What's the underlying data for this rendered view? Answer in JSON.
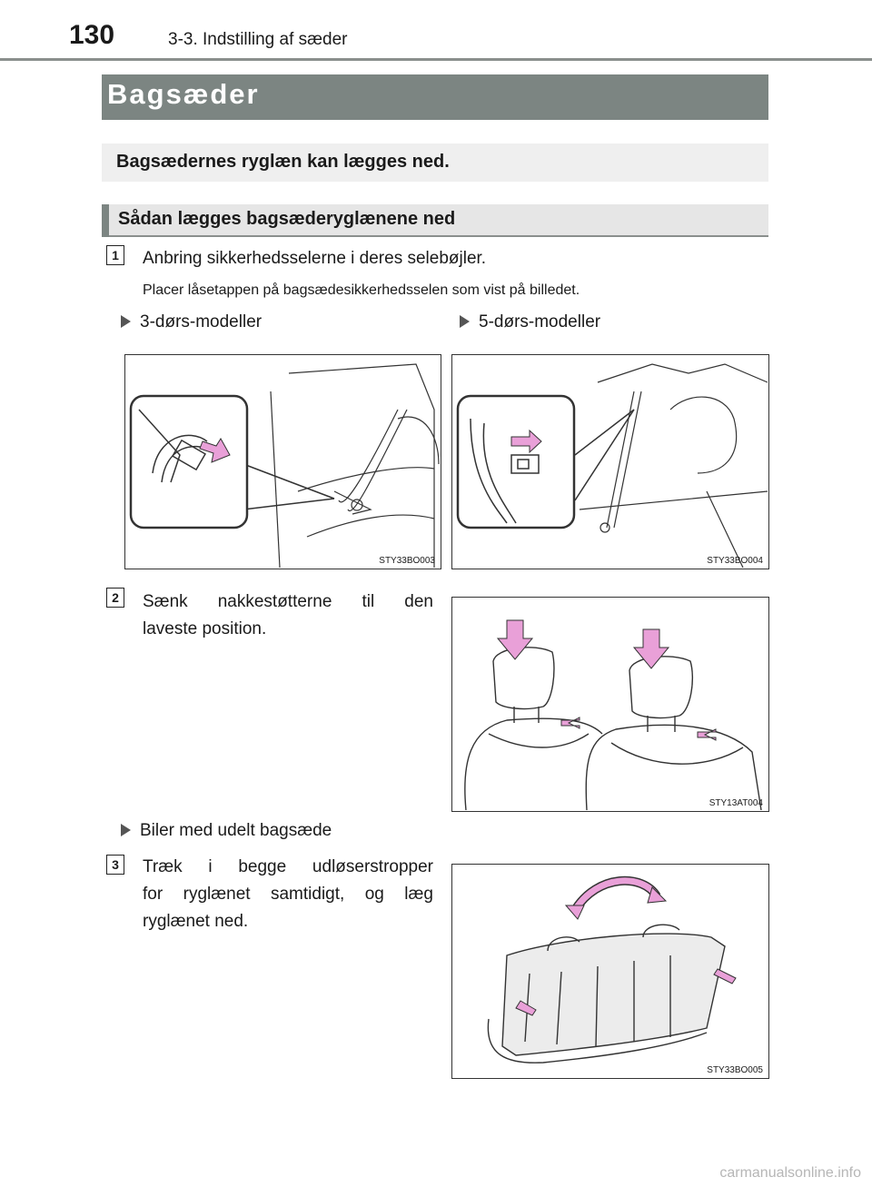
{
  "header": {
    "page_number": "130",
    "section": "3-3. Indstilling af sæder"
  },
  "title": "Bagsæder",
  "intro": "Bagsædernes ryglæn kan lægges ned.",
  "subheading": "Sådan lægges bagsæderyglænene ned",
  "steps": [
    {
      "number": "1",
      "text": "Anbring sikkerhedsselerne i deres selebøjler.",
      "note": "Placer låsetappen på bagsædesikkerhedsselen som vist på billedet."
    },
    {
      "number": "2",
      "text_line1": "Sænk nakkestøtterne til den",
      "text_line2": "laveste position."
    },
    {
      "number": "3",
      "text_line1": "Træk i begge udløserstropper",
      "text_line2": "for ryglænet samtidigt, og læg",
      "text_line3": "ryglænet ned."
    }
  ],
  "bullets": {
    "three_door": "3-dørs-modeller",
    "five_door": "5-dørs-modeller",
    "undivided": "Biler med udelt bagsæde"
  },
  "figures": {
    "fig1": "STY33BO003",
    "fig2": "STY33BO004",
    "fig3": "STY13AT004",
    "fig4": "STY33BO005"
  },
  "footer": "carmanualsonline.info",
  "colors": {
    "title_bar": "#7c8582",
    "arrow_fill": "#e9a0d8",
    "intro_bg": "#efefef"
  }
}
